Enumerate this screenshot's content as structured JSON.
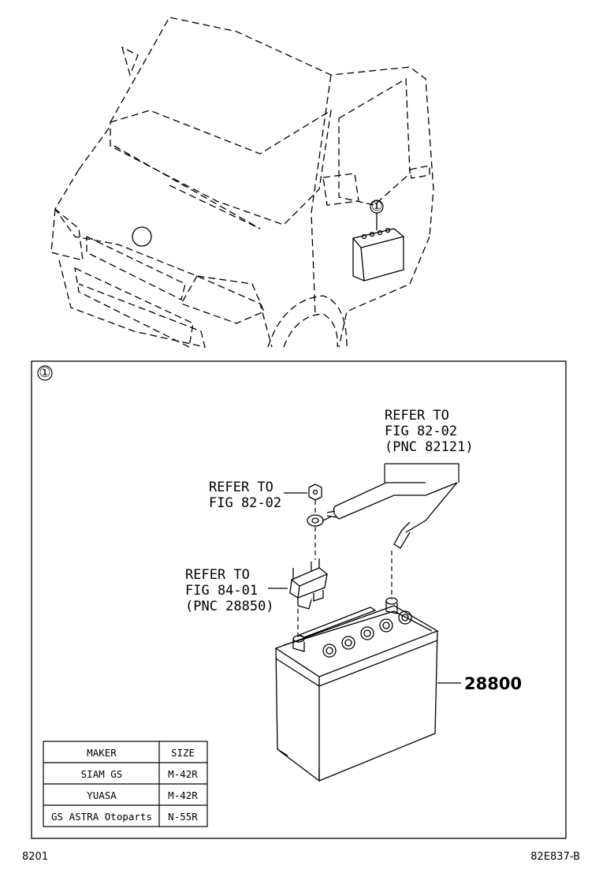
{
  "callout": "①",
  "refs": {
    "cable_top": [
      "REFER TO",
      "FIG 82-02",
      "(PNC 82121)"
    ],
    "nut": [
      "REFER TO",
      "FIG 82-02"
    ],
    "fuse": [
      "REFER TO",
      "FIG 84-01",
      "(PNC 28850)"
    ]
  },
  "part_number": "28800",
  "table": {
    "headers": [
      "MAKER",
      "SIZE"
    ],
    "rows": [
      [
        "SIAM GS",
        "M-42R"
      ],
      [
        "YUASA",
        "M-42R"
      ],
      [
        "GS ASTRA Otoparts",
        "N-55R"
      ]
    ]
  },
  "footer": {
    "left": "8201",
    "right": "82E837-B"
  }
}
